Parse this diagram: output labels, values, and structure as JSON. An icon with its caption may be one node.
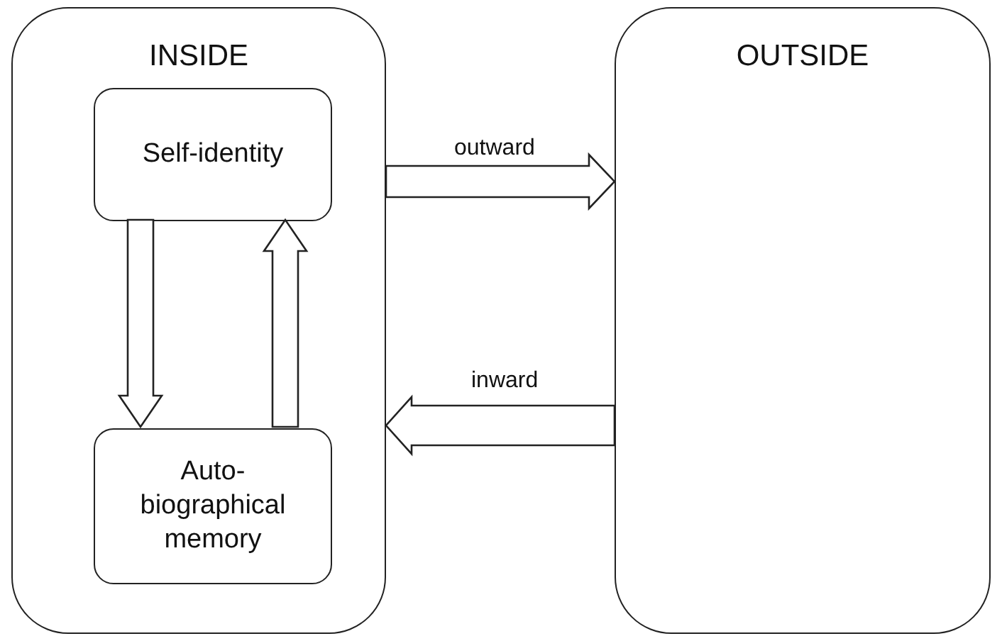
{
  "diagram": {
    "nodes": [
      {
        "text": [
          "INSIDE"
        ]
      },
      {
        "text": [
          "Self-identity"
        ],
        "in": 0
      },
      {
        "text": [
          "Auto- biographical memory"
        ],
        "in": 0
      },
      {
        "text": [
          "OUTSIDE"
        ]
      }
    ],
    "edges": [
      {
        "from": 1,
        "to": 2,
        "arrow": "to"
      },
      {
        "from": 2,
        "to": 1,
        "arrow": "to"
      },
      {
        "from": 0,
        "to": 3,
        "arrow": "to",
        "label": "outward"
      },
      {
        "from": 3,
        "to": 0,
        "arrow": "to",
        "label": "inward"
      }
    ]
  }
}
